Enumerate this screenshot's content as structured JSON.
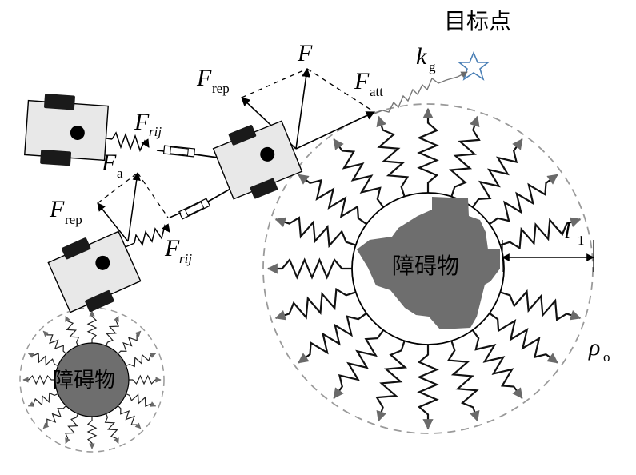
{
  "labels": {
    "goal": "目标点",
    "obstacle_big": "障碍物",
    "obstacle_small": "障碍物",
    "F": "F",
    "F_rep_top": {
      "main": "F",
      "sub": "rep"
    },
    "F_att": {
      "main": "F",
      "sub": "att"
    },
    "k_g": {
      "main": "k",
      "sub": "g"
    },
    "F_rij_top": {
      "main": "F",
      "sub": "rij"
    },
    "F_a": {
      "main": "F",
      "sub": "a"
    },
    "F_rep_left": {
      "main": "F",
      "sub": "rep"
    },
    "F_rij_bottom": {
      "main": "F",
      "sub": "rij"
    },
    "l_1": {
      "main": "l",
      "sub": "1"
    },
    "rho_o": {
      "main": "ρ",
      "sub": "o"
    }
  },
  "colors": {
    "obstacle_fill": "#6e6e6e",
    "robot_body": "#e8e8e8",
    "wheel": "#1a1a1a",
    "spring_dark": "#111111",
    "spring_grey": "#777777",
    "dashed_circle": "#999999",
    "goal_star": "#4a7fb5"
  }
}
